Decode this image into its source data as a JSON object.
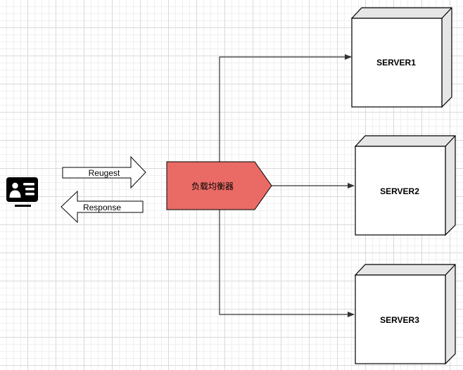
{
  "diagram": {
    "client": {
      "icon": "id-card-monitor-icon"
    },
    "request_label": "Reugest",
    "response_label": "Response",
    "load_balancer": {
      "label": "负载均衡器",
      "color": "#ea6b66"
    },
    "servers": [
      {
        "label": "SERVER1"
      },
      {
        "label": "SERVER2"
      },
      {
        "label": "SERVER3"
      }
    ],
    "colors": {
      "server_face": "#ffffff",
      "server_side": "#e6e6e6",
      "stroke": "#000000",
      "connector": "#333333"
    }
  }
}
